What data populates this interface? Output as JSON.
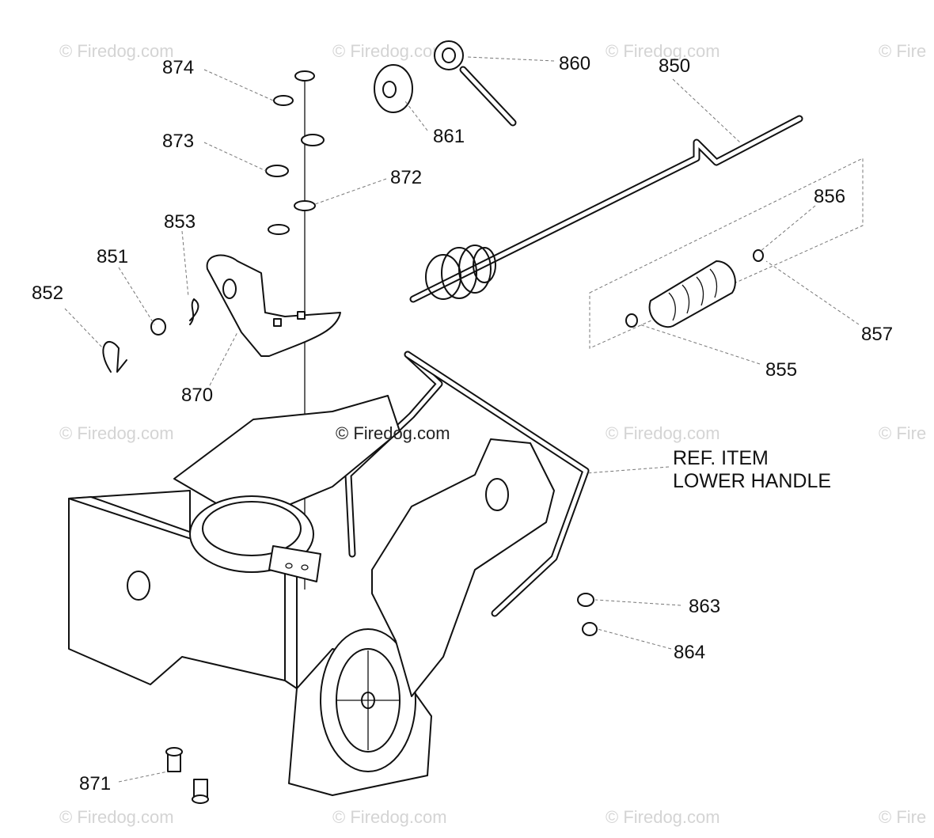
{
  "watermark": {
    "text": "© Firedog.com",
    "partial": "© Fire",
    "center": "© Firedog.com"
  },
  "callouts": {
    "c874": "874",
    "c873": "873",
    "c872": "872",
    "c853": "853",
    "c851": "851",
    "c852": "852",
    "c870": "870",
    "c861": "861",
    "c860": "860",
    "c850": "850",
    "c856": "856",
    "c857": "857",
    "c855": "855",
    "c863": "863",
    "c864": "864",
    "c871": "871"
  },
  "reference_note": {
    "line1": "REF. ITEM",
    "line2": "LOWER HANDLE"
  }
}
